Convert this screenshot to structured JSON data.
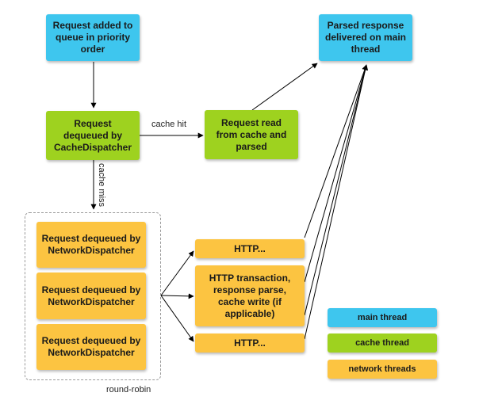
{
  "boxes": {
    "request_added": "Request added to queue in priority order",
    "parsed_response": "Parsed response delivered on main thread",
    "dequeued_cache": "Request dequeued by CacheDispatcher",
    "read_from_cache": "Request read from cache and parsed",
    "network_dispatcher_1": "Request dequeued by NetworkDispatcher",
    "network_dispatcher_2": "Request dequeued by NetworkDispatcher",
    "network_dispatcher_3": "Request dequeued by NetworkDispatcher",
    "http_top": "HTTP...",
    "http_transaction": "HTTP transaction, response parse, cache write (if applicable)",
    "http_bottom": "HTTP..."
  },
  "edge_labels": {
    "cache_hit": "cache hit",
    "cache_miss": "cache miss",
    "round_robin": "round-robin"
  },
  "legend": {
    "main_thread": "main thread",
    "cache_thread": "cache thread",
    "network_threads": "network threads"
  },
  "colors": {
    "main_thread": "#3ec6ee",
    "cache_thread": "#9ed21f",
    "network_threads": "#fcc441"
  }
}
